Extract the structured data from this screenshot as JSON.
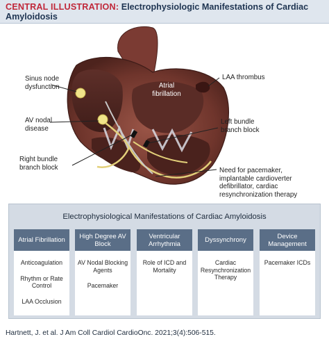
{
  "header": {
    "prefix": "CENTRAL ILLUSTRATION:",
    "title_line1": "Electrophysiologic Manifestations of Cardiac",
    "title_line2": "Amyloidosis"
  },
  "illustration": {
    "labels": {
      "sinus_node_1": "Sinus node",
      "sinus_node_2": "dysfunction",
      "av_nodal_1": "AV nodal",
      "av_nodal_2": "disease",
      "rbbb_1": "Right bundle",
      "rbbb_2": "branch block",
      "laa_thrombus": "LAA thrombus",
      "af_1": "Atrial",
      "af_2": "fibrillation",
      "lbbb_1": "Left bundle",
      "lbbb_2": "branch block",
      "device_1": "Need for pacemaker,",
      "device_2": "implantable cardioverter",
      "device_3": "defibrillator, cardiac",
      "device_4": "resynchronization therapy"
    }
  },
  "panel": {
    "title": "Electrophysiological Manifestations of Cardiac Amyloidosis",
    "columns": [
      {
        "heading": "Atrial Fibrillation",
        "items": [
          "Anticoagulation",
          "Rhythm or Rate Control",
          "LAA Occlusion"
        ]
      },
      {
        "heading": "High Degree AV Block",
        "items": [
          "AV Nodal Blocking Agents",
          "Pacemaker"
        ]
      },
      {
        "heading": "Ventricular Arrhythmia",
        "items": [
          "Role of ICD and Mortality"
        ]
      },
      {
        "heading": "Dyssynchrony",
        "items": [
          "Cardiac Resynchronization Therapy"
        ]
      },
      {
        "heading": "Device Management",
        "items": [
          "Pacemaker ICDs"
        ]
      }
    ]
  },
  "citation": "Hartnett, J. et al. J Am Coll Cardiol CardioOnc. 2021;3(4):506-515.",
  "colors": {
    "title_prefix": "#c0283a",
    "header_bg": "#dfe6ee",
    "panel_bg": "#d4dbe4",
    "column_header": "#5a6e87",
    "myocardium": "#7a3e34",
    "conduction": "#e3d07a"
  }
}
